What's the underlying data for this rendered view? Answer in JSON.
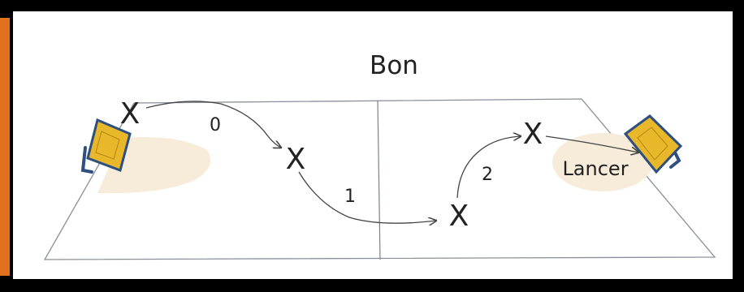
{
  "title": "Bon",
  "players": [
    {
      "mark": "X"
    },
    {
      "mark": "X"
    },
    {
      "mark": "X"
    },
    {
      "mark": "X"
    }
  ],
  "pass_labels": [
    "0",
    "1",
    "2"
  ],
  "shot_label": "Lancer",
  "colors": {
    "border": "#000000",
    "accent_bar": "#e2711d",
    "court_line": "#8a8f99",
    "key_area": "#f6ecd9",
    "hoop_yellow": "#e8b72a",
    "hoop_frame": "#2f4f7f"
  }
}
